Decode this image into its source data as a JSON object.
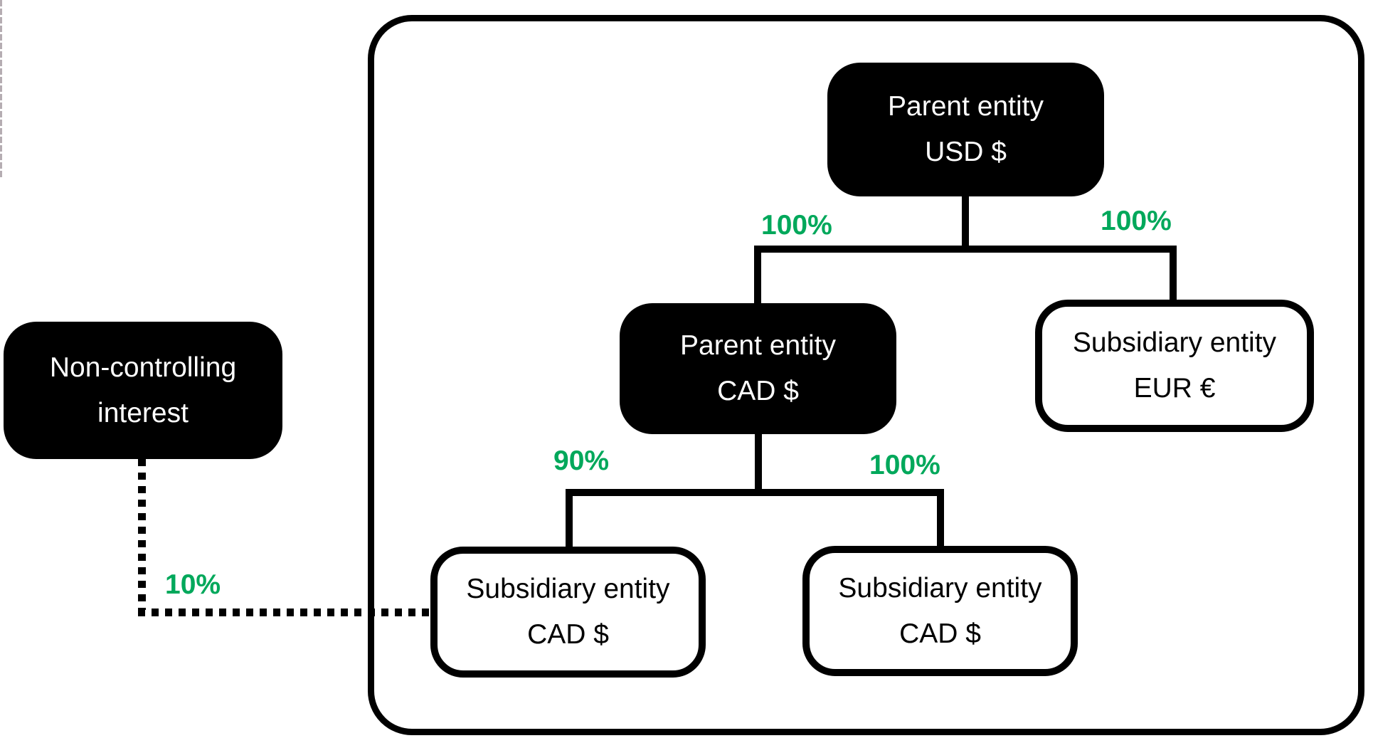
{
  "nodes": {
    "parent_usd": {
      "line1": "Parent entity",
      "line2": "USD $"
    },
    "parent_cad": {
      "line1": "Parent entity",
      "line2": "CAD $"
    },
    "sub_eur": {
      "line1": "Subsidiary entity",
      "line2": "EUR €"
    },
    "sub_cad_left": {
      "line1": "Subsidiary entity",
      "line2": "CAD $"
    },
    "sub_cad_right": {
      "line1": "Subsidiary entity",
      "line2": "CAD $"
    },
    "nci": {
      "line1": "Non-controlling",
      "line2": "interest"
    }
  },
  "ownership_labels": {
    "usd_to_cad": "100%",
    "usd_to_eur": "100%",
    "cad_to_sub_left": "90%",
    "cad_to_sub_right": "100%",
    "nci_to_sub_left": "10%"
  },
  "edges": [
    {
      "from": "parent_usd",
      "to": "parent_cad",
      "label": "100%",
      "style": "solid"
    },
    {
      "from": "parent_usd",
      "to": "sub_eur",
      "label": "100%",
      "style": "solid"
    },
    {
      "from": "parent_cad",
      "to": "sub_cad_left",
      "label": "90%",
      "style": "solid"
    },
    {
      "from": "parent_cad",
      "to": "sub_cad_right",
      "label": "100%",
      "style": "solid"
    },
    {
      "from": "nci",
      "to": "sub_cad_left",
      "label": "10%",
      "style": "dotted"
    }
  ],
  "colors": {
    "percentage_green": "#00A85B",
    "node_fill_black": "#000000",
    "node_text_white": "#FFFFFF",
    "connector_black": "#000000",
    "background_white": "#FFFFFF"
  }
}
